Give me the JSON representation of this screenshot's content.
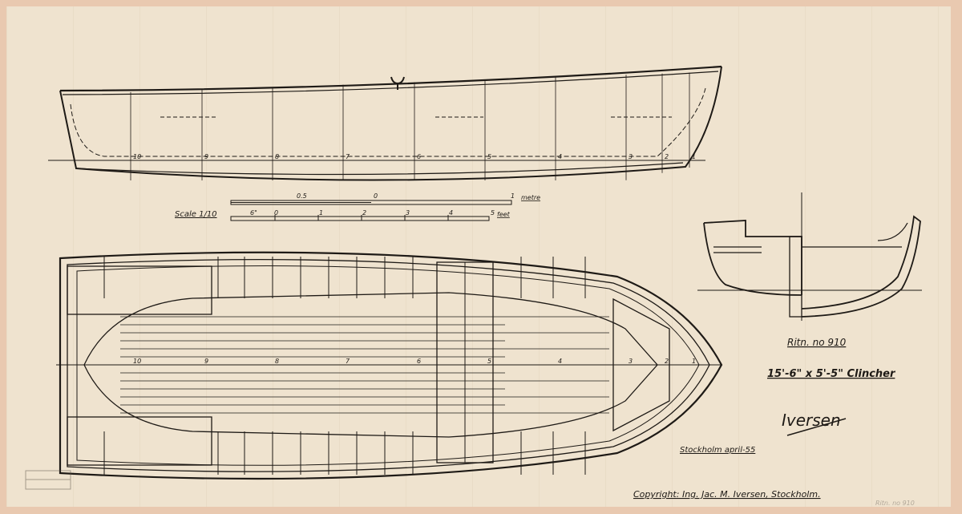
{
  "drawing": {
    "scale_label": "Scale 1/10",
    "metre_scale": {
      "labels": [
        "0.5",
        "0",
        "1"
      ],
      "unit": "metre"
    },
    "feet_scale": {
      "labels": [
        "6\"",
        "0",
        "1",
        "2",
        "3",
        "4",
        "5"
      ],
      "unit": "feet"
    },
    "stations": [
      "10",
      "9",
      "8",
      "7",
      "6",
      "5",
      "4",
      "3",
      "2",
      "1"
    ],
    "drawing_number": "Ritn. no 910",
    "boat_spec": "15'-6\" x 5'-5\" Clincher",
    "signature": "Iversen",
    "place_date": "Stockholm april-55",
    "copyright": "Copyright: Ing. Jac. M. Iversen, Stockholm.",
    "pencil_note": "Ritn. no 910"
  }
}
